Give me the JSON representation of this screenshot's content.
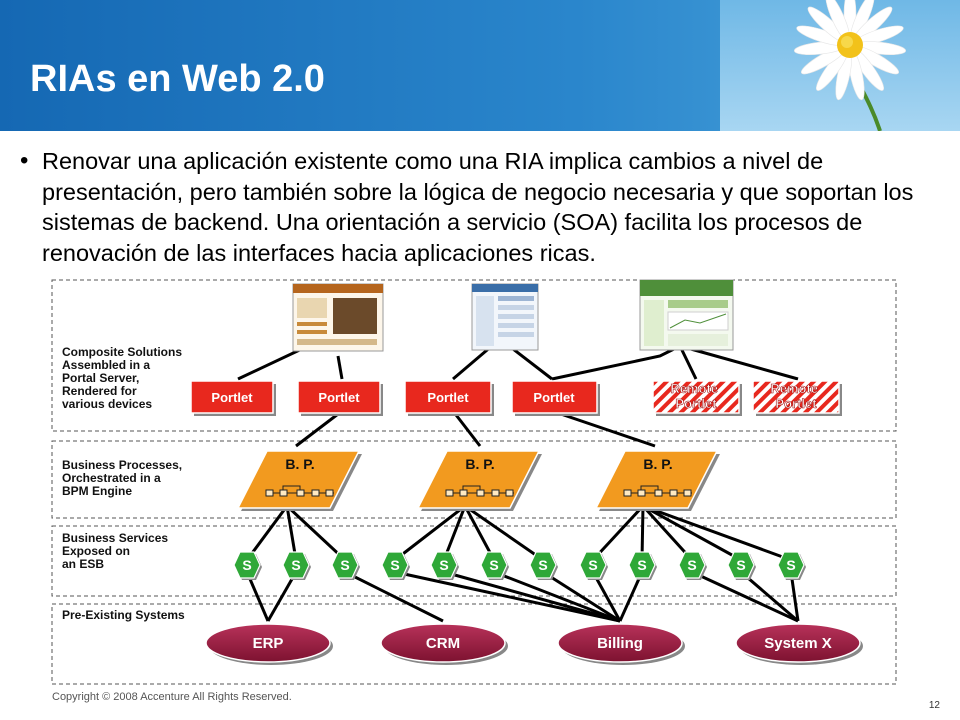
{
  "slide": {
    "title": "RIAs en Web 2.0",
    "bullet": "Renovar una aplicación existente como una RIA implica cambios a nivel de presentación, pero también sobre la lógica de negocio necesaria y que soportan los sistemas de backend. Una orientación a servicio (SOA) facilita los procesos de renovación de las interfaces hacia aplicaciones ricas.",
    "footer": "Copyright © 2008 Accenture  All Rights Reserved.",
    "page_number": "12"
  },
  "diagram": {
    "layers": [
      {
        "label": [
          "Composite Solutions",
          "Assembled in a",
          "Portal Server,",
          "Rendered for",
          "various devices"
        ]
      },
      {
        "label": [
          "Business Processes,",
          "Orchestrated in a",
          "BPM Engine"
        ]
      },
      {
        "label": [
          "Business Services",
          "Exposed on",
          "an ESB"
        ]
      },
      {
        "label": [
          "Pre-Existing Systems"
        ]
      }
    ],
    "portlets": [
      "Portlet",
      "Portlet",
      "Portlet",
      "Portlet"
    ],
    "remote_portlets": [
      [
        "Remote",
        "Portlet"
      ],
      [
        "Remote",
        "Portlet"
      ]
    ],
    "business_processes": [
      "B. P.",
      "B. P.",
      "B. P."
    ],
    "services": [
      "S",
      "S",
      "S",
      "S",
      "S",
      "S",
      "S",
      "S",
      "S",
      "S",
      "S",
      "S"
    ],
    "systems": [
      "ERP",
      "CRM",
      "Billing",
      "System X"
    ],
    "screenshot_icons": [
      "portal-page-screenshot-icon",
      "portal-page-screenshot-icon",
      "portal-page-screenshot-icon"
    ],
    "colors": {
      "portlet": "#e8281e",
      "business_process": "#f29a1f",
      "service": "#2fa838",
      "system": "#9d1a3a",
      "header": "#1a72bd"
    }
  }
}
